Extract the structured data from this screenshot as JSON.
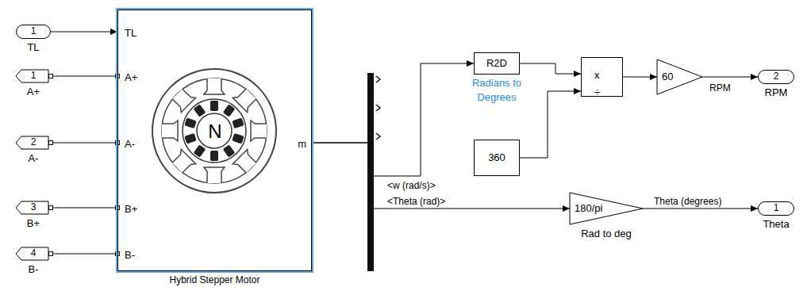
{
  "diagram": {
    "nodes": [
      {
        "text": [
          "1",
          "TL"
        ]
      },
      {
        "text": [
          "1",
          "A+"
        ]
      },
      {
        "text": [
          "2",
          "A-"
        ]
      },
      {
        "text": [
          "3",
          "B+"
        ]
      },
      {
        "text": [
          "4",
          "B-"
        ]
      },
      {
        "text": [
          "TL",
          "A+",
          "A-",
          "B+",
          "B-",
          "m",
          "N",
          "Hybrid Stepper Motor"
        ]
      },
      {
        "text": [
          "R2D",
          "Radians to Degrees"
        ]
      },
      {
        "text": [
          "x",
          "÷"
        ]
      },
      {
        "text": [
          "60"
        ]
      },
      {
        "text": [
          "2",
          "RPM"
        ]
      },
      {
        "text": [
          "360"
        ]
      },
      {
        "text": [
          "180/pi",
          "Rad to deg"
        ]
      },
      {
        "text": [
          "1",
          "Theta"
        ]
      }
    ],
    "edges": [
      {
        "from": 0,
        "to": 5,
        "arrow": "to"
      },
      {
        "from": 1,
        "to": 5,
        "arrow": "none"
      },
      {
        "from": 2,
        "to": 5,
        "arrow": "none"
      },
      {
        "from": 3,
        "to": 5,
        "arrow": "none"
      },
      {
        "from": 4,
        "to": 5,
        "arrow": "none"
      },
      {
        "from": 5,
        "to": 6,
        "label": "<w (rad/s)>",
        "arrow": "to"
      },
      {
        "from": 5,
        "to": 11,
        "label": "<Theta (rad)>",
        "arrow": "to"
      },
      {
        "from": 6,
        "to": 7,
        "arrow": "to"
      },
      {
        "from": 10,
        "to": 7,
        "arrow": "to"
      },
      {
        "from": 7,
        "to": 8,
        "arrow": "to"
      },
      {
        "from": 8,
        "to": 9,
        "label": "RPM",
        "arrow": "to"
      },
      {
        "from": 11,
        "to": 12,
        "label": "Theta (degrees)",
        "arrow": "to"
      }
    ]
  }
}
